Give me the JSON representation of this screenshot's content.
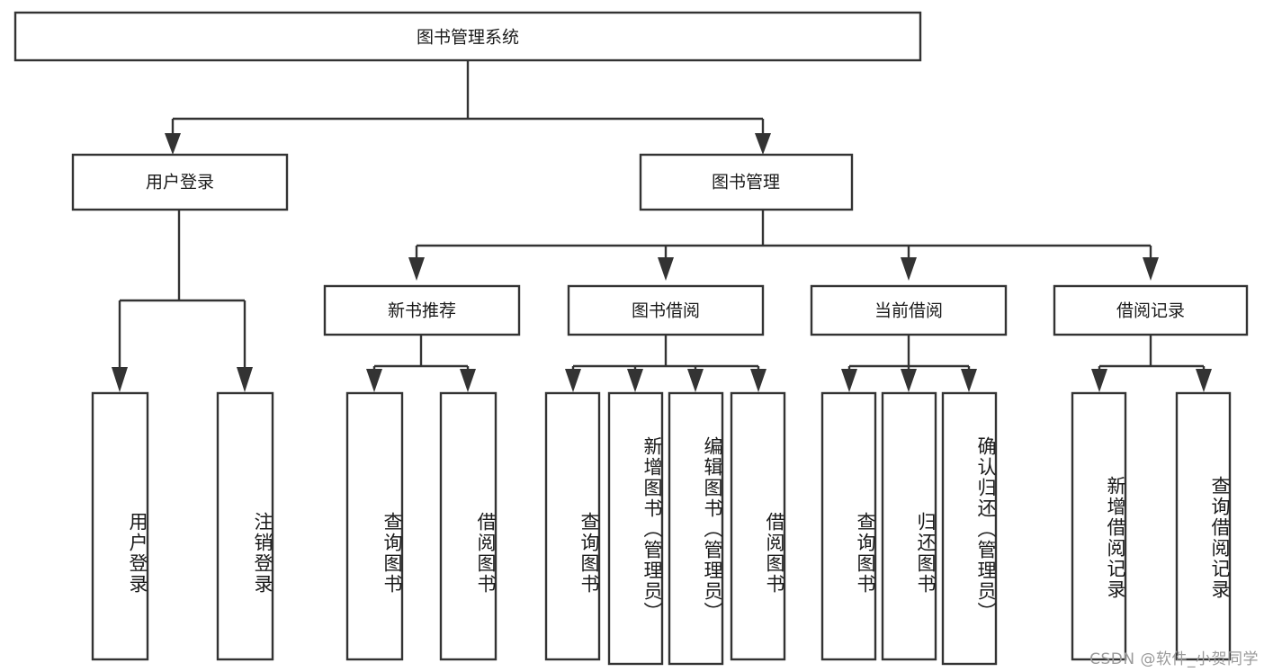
{
  "diagram": {
    "title": "图书管理系统",
    "type": "tree-hierarchy-diagram",
    "watermark": "CSDN @软件_小贺同学",
    "colors": {
      "stroke": "#333333",
      "box_fill": "#ffffff",
      "text": "#1a1a1a",
      "background": "#ffffff",
      "watermark": "#9a9a9a"
    },
    "root": {
      "label": "图书管理系统"
    },
    "level2": [
      {
        "label": "用户登录"
      },
      {
        "label": "图书管理"
      }
    ],
    "level3": [
      {
        "label": "新书推荐"
      },
      {
        "label": "图书借阅"
      },
      {
        "label": "当前借阅"
      },
      {
        "label": "借阅记录"
      }
    ],
    "leaves": {
      "user_login": [
        {
          "label": "用户登录"
        },
        {
          "label": "注销登录"
        }
      ],
      "new_book_recommend": [
        {
          "label": "查询图书"
        },
        {
          "label": "借阅图书"
        }
      ],
      "book_borrow": [
        {
          "label": "查询图书"
        },
        {
          "label": "新增图书（管理员）"
        },
        {
          "label": "编辑图书（管理员）"
        },
        {
          "label": "借阅图书"
        }
      ],
      "current_borrow": [
        {
          "label": "查询图书"
        },
        {
          "label": "归还图书"
        },
        {
          "label": "确认归还（管理员）"
        }
      ],
      "borrow_records": [
        {
          "label": "新增借阅记录"
        },
        {
          "label": "查询借阅记录"
        }
      ]
    }
  }
}
